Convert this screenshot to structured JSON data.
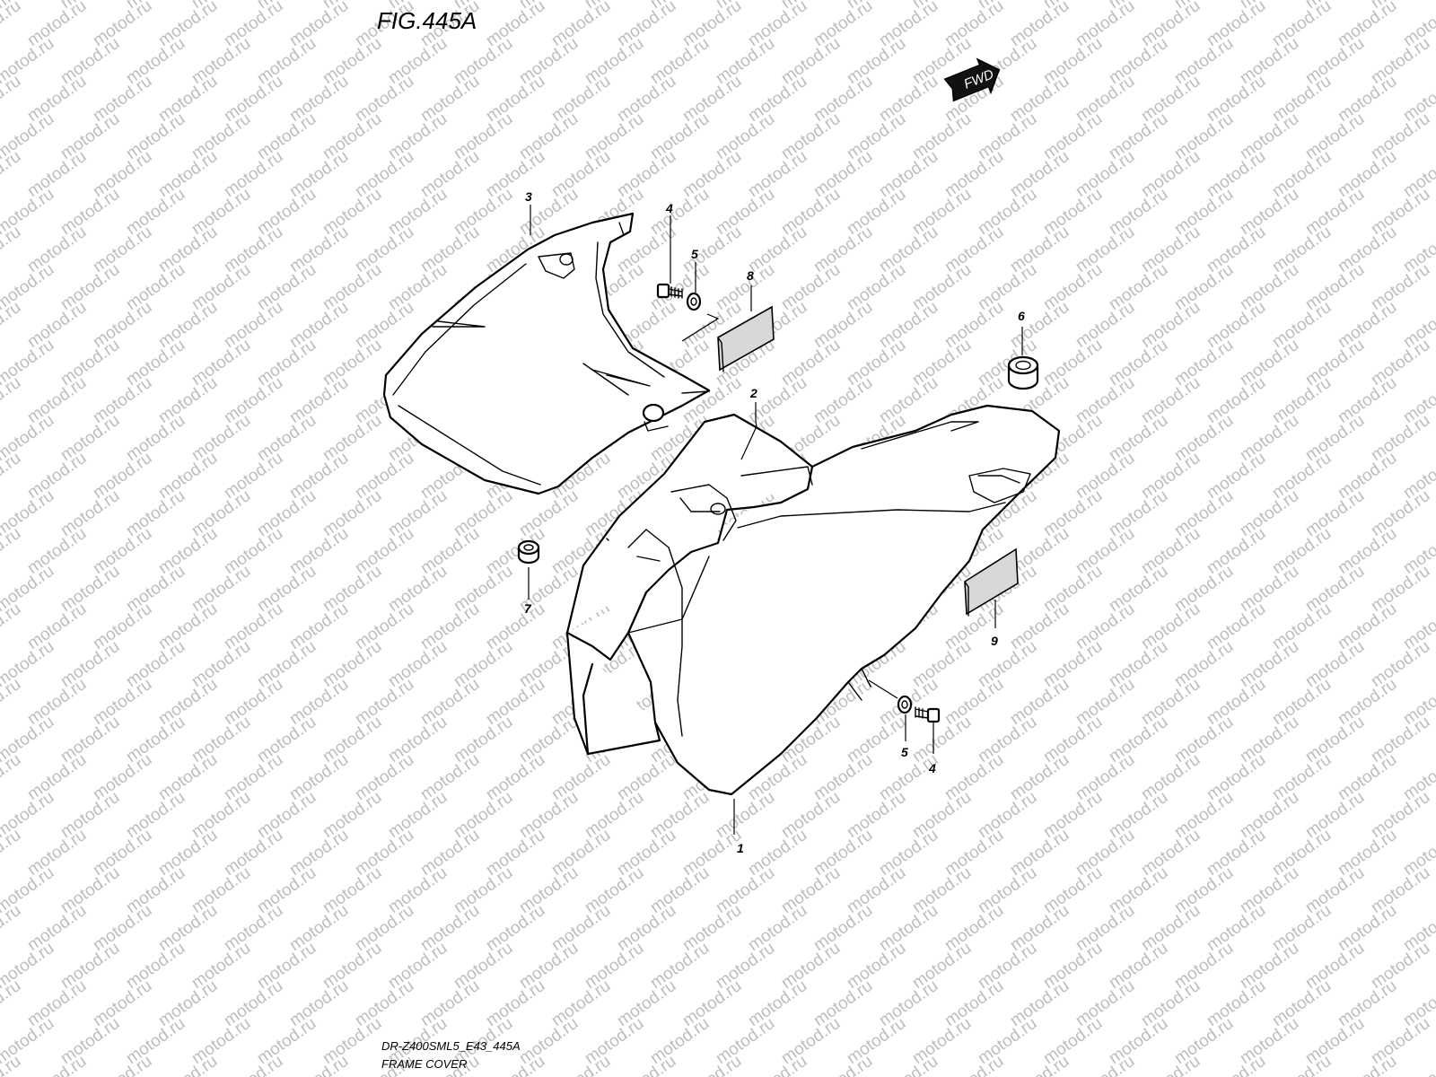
{
  "figure": {
    "title": "FIG.445A",
    "drawing_code": "DR-Z400SML5_E43_445A",
    "caption": "FRAME COVER",
    "forward_badge": "FWD"
  },
  "watermark": {
    "text": "motod.ru",
    "color": "#bdbdbd"
  },
  "callouts": [
    {
      "id": "callout-1",
      "label": "1"
    },
    {
      "id": "callout-2",
      "label": "2"
    },
    {
      "id": "callout-3",
      "label": "3"
    },
    {
      "id": "callout-4-top",
      "label": "4"
    },
    {
      "id": "callout-5-top",
      "label": "5"
    },
    {
      "id": "callout-6",
      "label": "6"
    },
    {
      "id": "callout-7",
      "label": "7"
    },
    {
      "id": "callout-8",
      "label": "8"
    },
    {
      "id": "callout-9",
      "label": "9"
    },
    {
      "id": "callout-5-bottom",
      "label": "5"
    },
    {
      "id": "callout-4-bottom",
      "label": "4"
    }
  ]
}
